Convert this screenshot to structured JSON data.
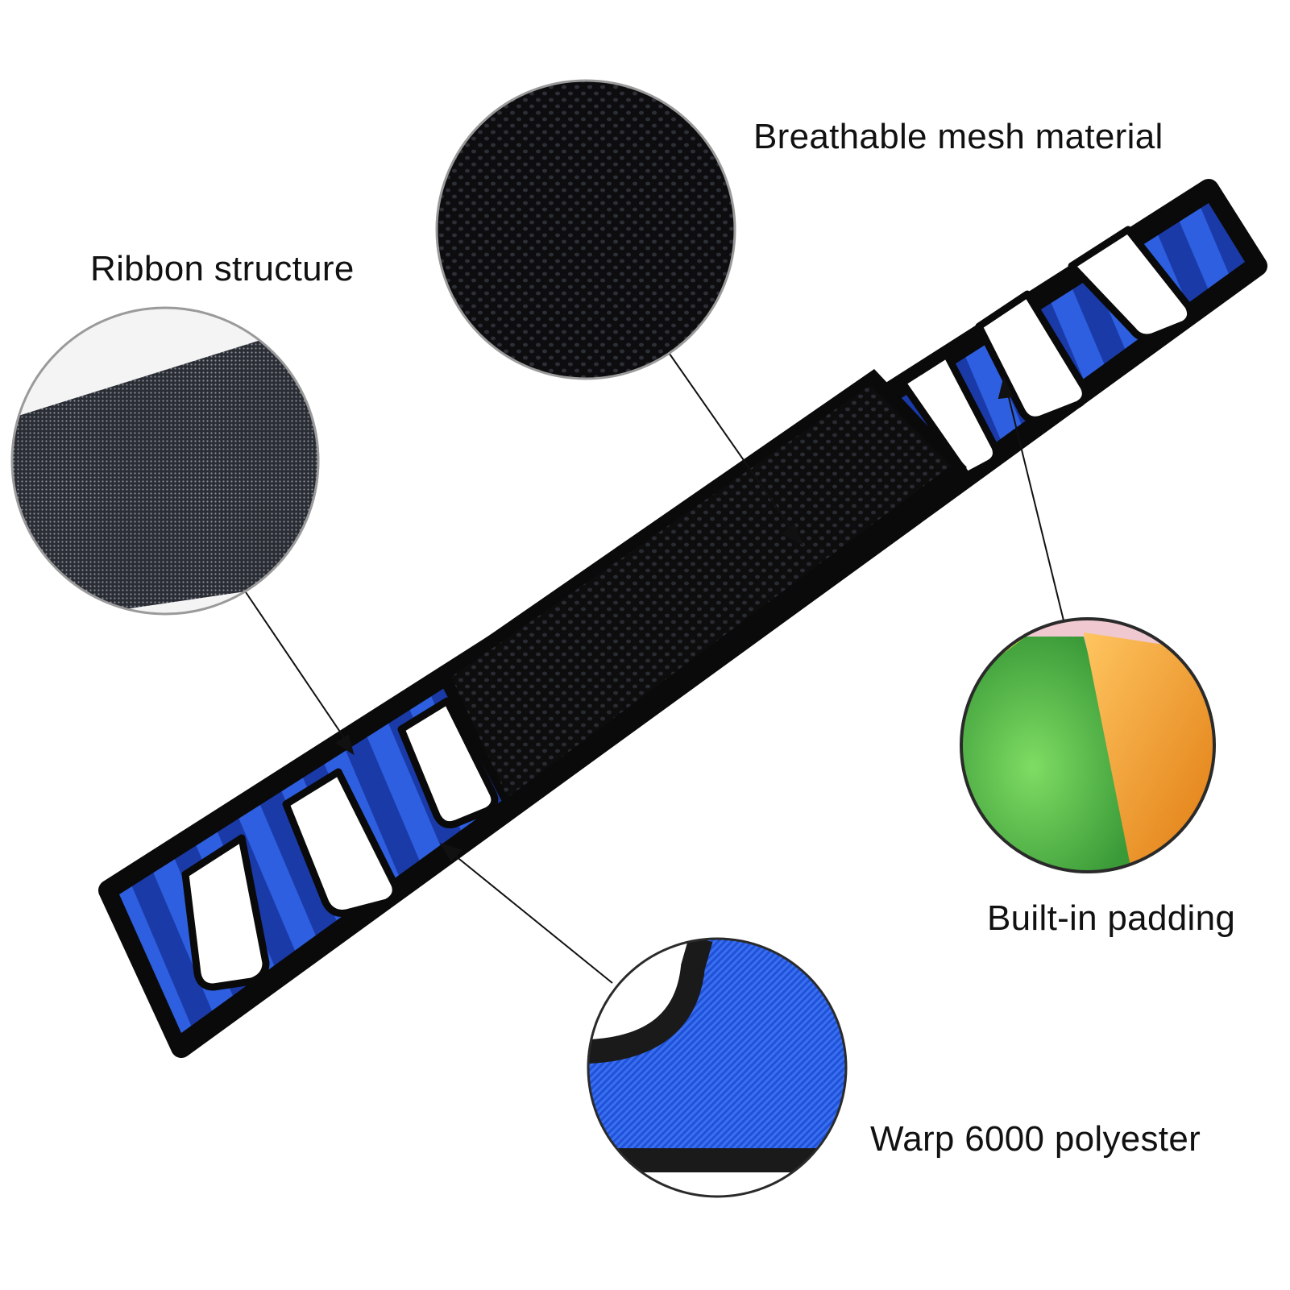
{
  "callouts": {
    "breathable_mesh": "Breathable mesh material",
    "ribbon_structure": "Ribbon structure",
    "built_in_padding": "Built-in padding",
    "warp_polyester": "Warp 6000 polyester"
  },
  "colors": {
    "background": "#ffffff",
    "strap_blue": "#1a3fb8",
    "stripe_blue": "#2b5ee0",
    "mesh_black": "#111111",
    "binding_black": "#0a0a0a",
    "foam_green": "#58c24a",
    "foam_orange": "#f19a2a"
  },
  "icons": {
    "product": "transfer-belt-product",
    "callout_circles": [
      "mesh-texture-circle",
      "ribbon-texture-circle",
      "foam-padding-circle",
      "polyester-weave-circle"
    ]
  }
}
